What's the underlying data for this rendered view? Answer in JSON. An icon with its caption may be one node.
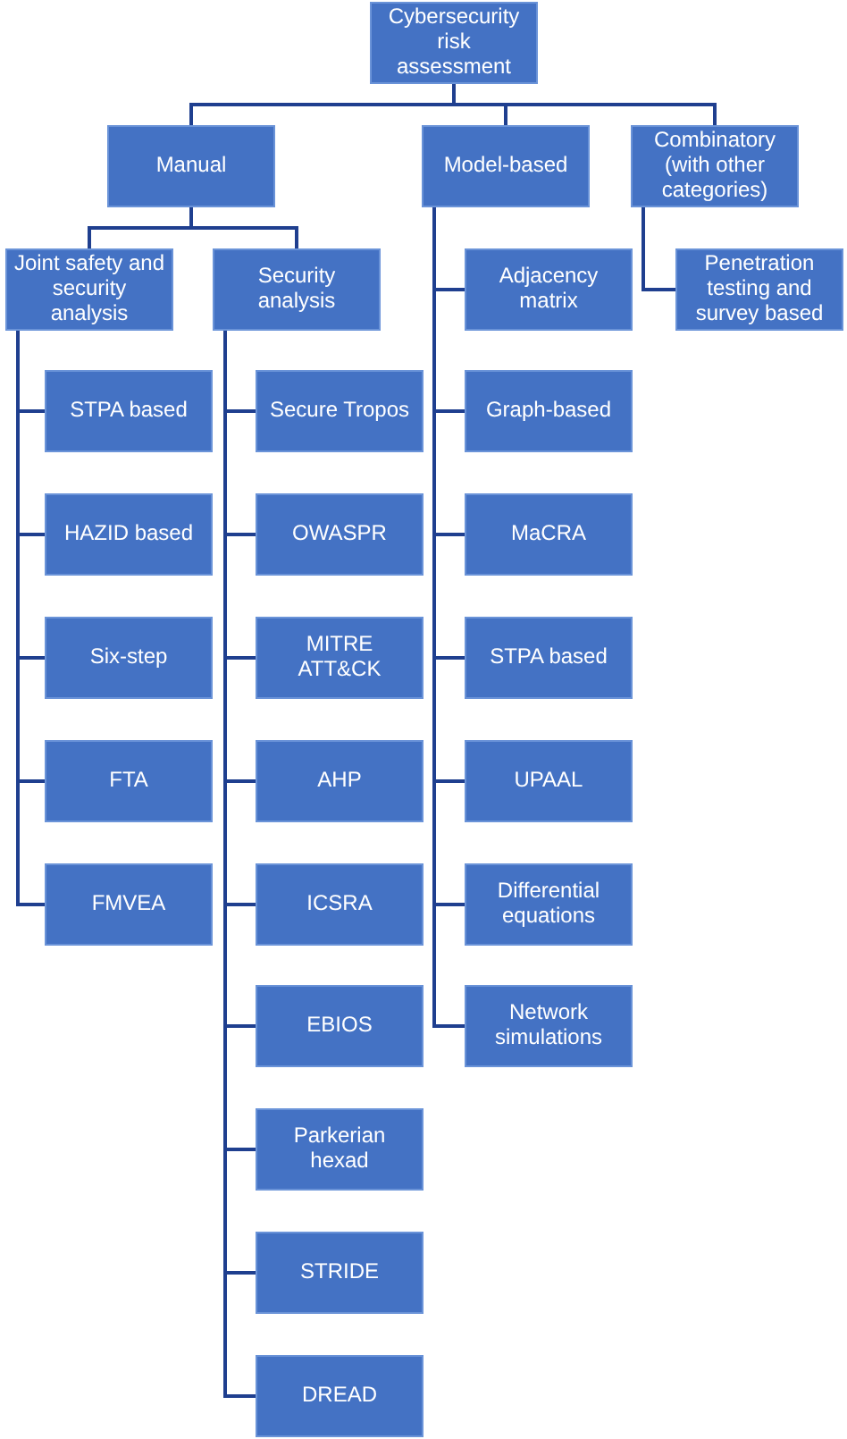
{
  "diagram": {
    "nodes": [
      {
        "text": [
          "Cybersecurity risk assessment"
        ]
      },
      {
        "text": [
          "Manual"
        ]
      },
      {
        "text": [
          "Model-based"
        ]
      },
      {
        "text": [
          "Combinatory (with other categories)"
        ]
      },
      {
        "text": [
          "Joint safety and security analysis"
        ]
      },
      {
        "text": [
          "Security analysis"
        ]
      },
      {
        "text": [
          "Adjacency matrix"
        ]
      },
      {
        "text": [
          "Penetration testing and survey based"
        ]
      },
      {
        "text": [
          "STPA based"
        ]
      },
      {
        "text": [
          "HAZID based"
        ]
      },
      {
        "text": [
          "Six-step"
        ]
      },
      {
        "text": [
          "FTA"
        ]
      },
      {
        "text": [
          "FMVEA"
        ]
      },
      {
        "text": [
          "Secure Tropos"
        ]
      },
      {
        "text": [
          "OWASPR"
        ]
      },
      {
        "text": [
          "MITRE ATT&CK"
        ]
      },
      {
        "text": [
          "AHP"
        ]
      },
      {
        "text": [
          "ICSRA"
        ]
      },
      {
        "text": [
          "EBIOS"
        ]
      },
      {
        "text": [
          "Parkerian hexad"
        ]
      },
      {
        "text": [
          "STRIDE"
        ]
      },
      {
        "text": [
          "DREAD"
        ]
      },
      {
        "text": [
          "Graph-based"
        ]
      },
      {
        "text": [
          "MaCRA"
        ]
      },
      {
        "text": [
          "STPA based"
        ]
      },
      {
        "text": [
          "UPAAL"
        ]
      },
      {
        "text": [
          "Differential equations"
        ]
      },
      {
        "text": [
          "Network simulations"
        ]
      }
    ],
    "edges": [
      {
        "from": 0,
        "to": 1,
        "arrow": "none"
      },
      {
        "from": 0,
        "to": 2,
        "arrow": "none"
      },
      {
        "from": 0,
        "to": 3,
        "arrow": "none"
      },
      {
        "from": 1,
        "to": 4,
        "arrow": "none"
      },
      {
        "from": 1,
        "to": 5,
        "arrow": "none"
      },
      {
        "from": 2,
        "to": 6,
        "arrow": "none"
      },
      {
        "from": 3,
        "to": 7,
        "arrow": "none"
      },
      {
        "from": 4,
        "to": 8,
        "arrow": "none"
      },
      {
        "from": 4,
        "to": 9,
        "arrow": "none"
      },
      {
        "from": 4,
        "to": 10,
        "arrow": "none"
      },
      {
        "from": 4,
        "to": 11,
        "arrow": "none"
      },
      {
        "from": 4,
        "to": 12,
        "arrow": "none"
      },
      {
        "from": 5,
        "to": 13,
        "arrow": "none"
      },
      {
        "from": 5,
        "to": 14,
        "arrow": "none"
      },
      {
        "from": 5,
        "to": 15,
        "arrow": "none"
      },
      {
        "from": 5,
        "to": 16,
        "arrow": "none"
      },
      {
        "from": 5,
        "to": 17,
        "arrow": "none"
      },
      {
        "from": 5,
        "to": 18,
        "arrow": "none"
      },
      {
        "from": 5,
        "to": 19,
        "arrow": "none"
      },
      {
        "from": 5,
        "to": 20,
        "arrow": "none"
      },
      {
        "from": 5,
        "to": 21,
        "arrow": "none"
      },
      {
        "from": 2,
        "to": 22,
        "arrow": "none"
      },
      {
        "from": 2,
        "to": 23,
        "arrow": "none"
      },
      {
        "from": 2,
        "to": 24,
        "arrow": "none"
      },
      {
        "from": 2,
        "to": 25,
        "arrow": "none"
      },
      {
        "from": 2,
        "to": 26,
        "arrow": "none"
      },
      {
        "from": 2,
        "to": 27,
        "arrow": "none"
      }
    ]
  }
}
